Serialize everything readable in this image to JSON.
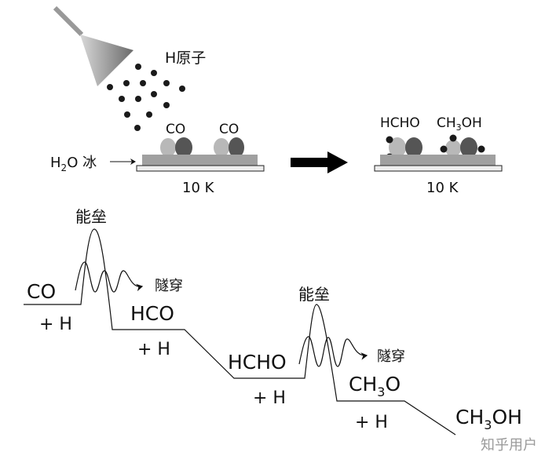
{
  "top": {
    "h_atoms": "H原子",
    "ice": {
      "h": "H",
      "sub": "2",
      "rest": "O 冰"
    },
    "co_1": "CO",
    "co_2": "CO",
    "temp_left": "10 K",
    "hcho": "HCHO",
    "ch3oh": {
      "a": "CH",
      "sub": "3",
      "b": "OH"
    },
    "temp_right": "10 K"
  },
  "energy": {
    "barrier_1": "能垒",
    "barrier_2": "能垒",
    "tunnel_1": "隧穿",
    "tunnel_2": "隧穿",
    "co": "CO",
    "hco": "HCO",
    "hcho": "HCHO",
    "ch3o": {
      "a": "CH",
      "sub": "3",
      "b": "O"
    },
    "ch3oh": {
      "a": "CH",
      "sub": "3",
      "b": "OH"
    },
    "plus_h_1": "+ H",
    "plus_h_2": "+ H",
    "plus_h_3": "+ H",
    "plus_h_4": "+ H"
  },
  "watermark": "知乎用户",
  "colors": {
    "light_atom": "#b8b8b8",
    "dark_atom": "#555555",
    "ice": "#a0a0a0",
    "h_atom": "#1a1a1a"
  }
}
